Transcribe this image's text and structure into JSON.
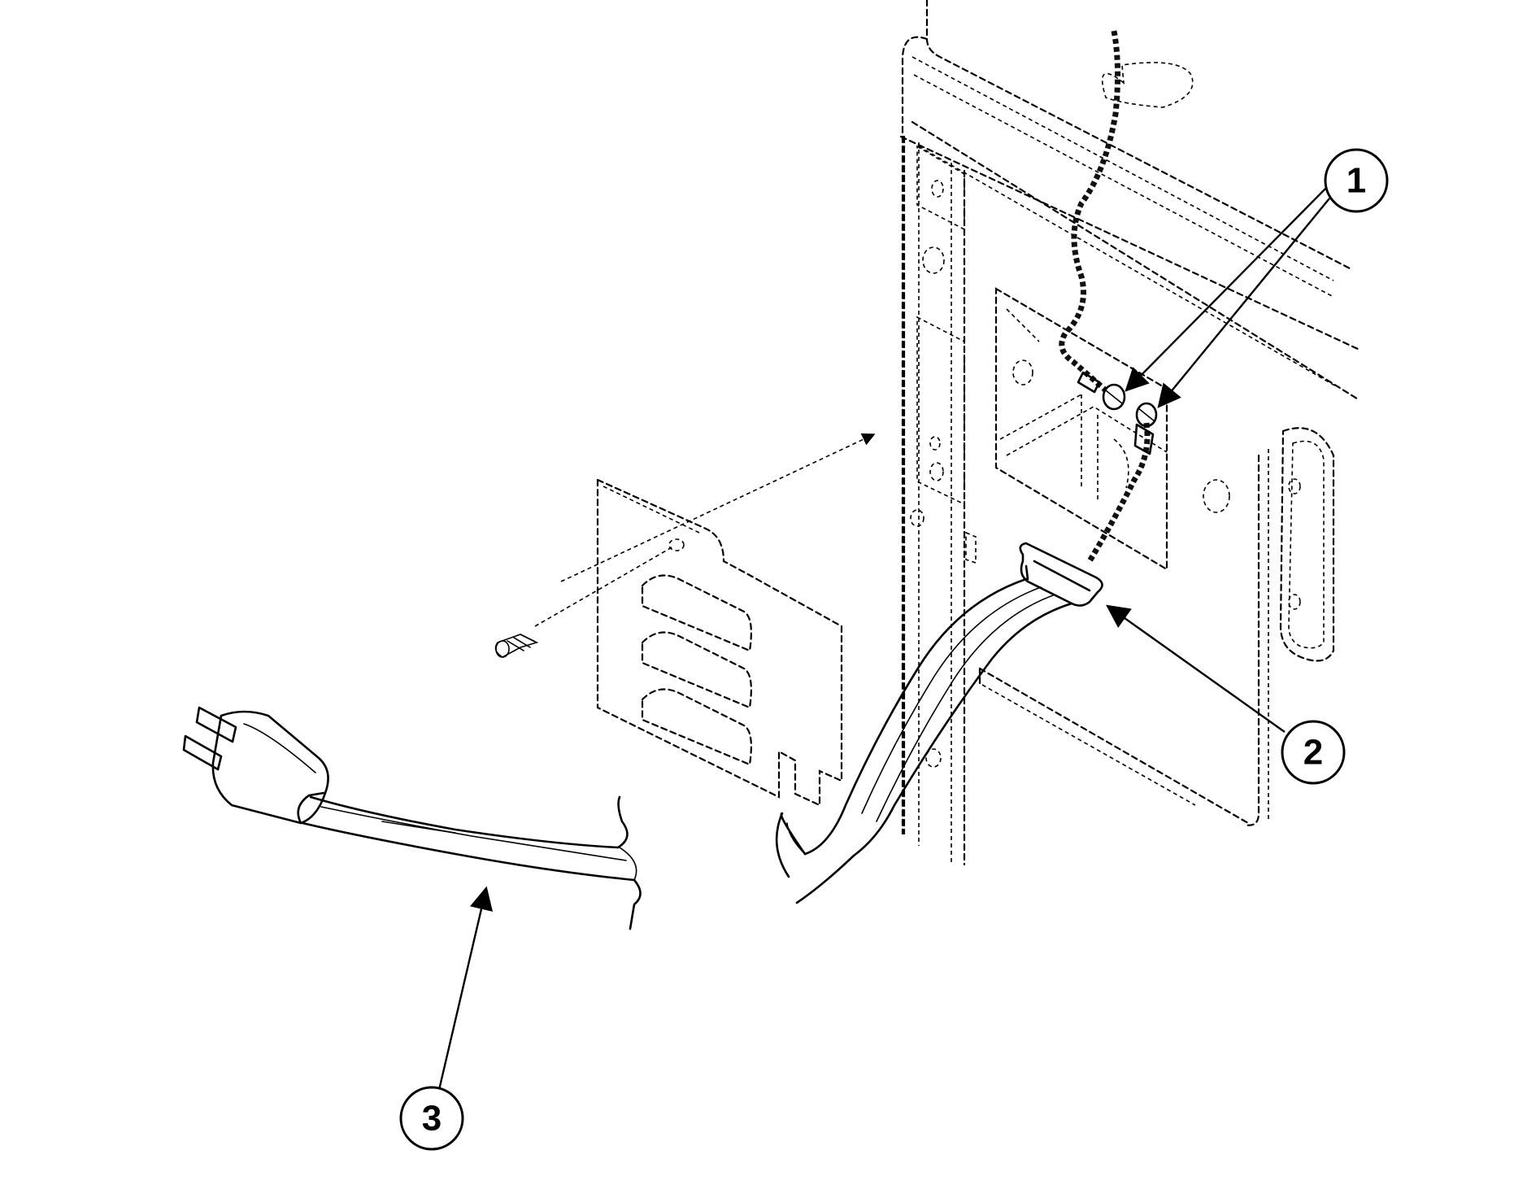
{
  "diagram": {
    "callouts": [
      {
        "label": "1"
      },
      {
        "label": "2"
      },
      {
        "label": "3"
      }
    ],
    "parts": [
      {
        "icon": "grounding-wire-screws-icon",
        "callout": "1"
      },
      {
        "icon": "strain-relief-grommet-icon",
        "callout": "2"
      },
      {
        "icon": "power-cord-plug-icon",
        "callout": "3"
      }
    ],
    "colors": {
      "line": "#000000",
      "background": "#ffffff"
    }
  }
}
